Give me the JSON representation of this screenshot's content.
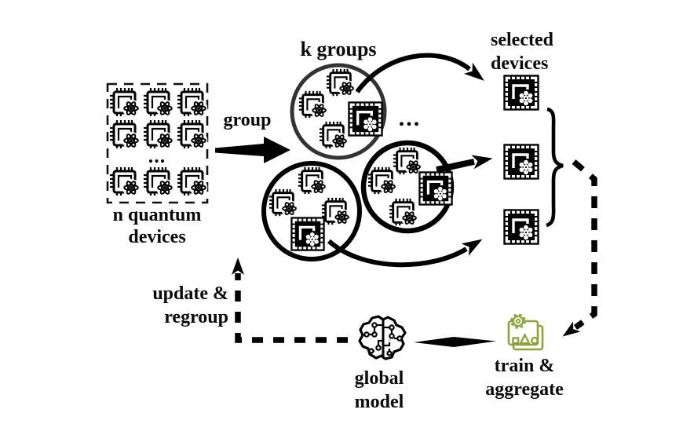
{
  "figure": {
    "background": "#ffffff",
    "labels": {
      "pool": {
        "line1": "n quantum",
        "line2": "devices"
      },
      "group_arrow": "group",
      "k_groups": "k groups",
      "ellipsis_pool": "...",
      "ellipsis_groups": "...",
      "selected": {
        "line1": "selected",
        "line2": "devices"
      },
      "train": {
        "line1": "train &",
        "line2": "aggregate"
      },
      "global": {
        "line1": "global",
        "line2": "model"
      },
      "update": {
        "line1": "update &",
        "line2": "regroup"
      }
    },
    "colors": {
      "ink": "#0a0a0a",
      "train_accent": "#8ca33e",
      "group_circle_dark": "#333333"
    },
    "icons": [
      "quantum-chip-icon",
      "selected-quantum-chip-icon",
      "brain-circuit-icon",
      "train-aggregate-icon"
    ],
    "counts": {
      "pool_chips_visible": 9,
      "group_circles": 3,
      "chips_per_group_visible": 4,
      "selected_devices": 3
    }
  }
}
